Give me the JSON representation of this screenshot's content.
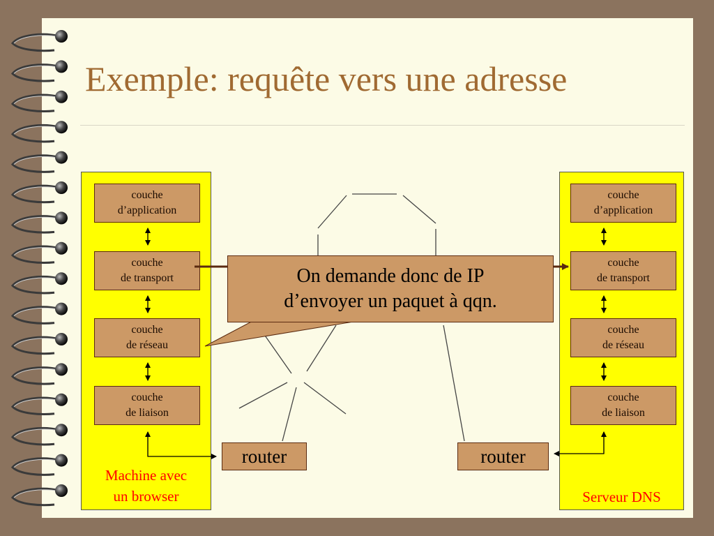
{
  "slide": {
    "title": "Exemple: requête vers une adresse"
  },
  "diagram": {
    "left_stack": {
      "caption_line1": "Machine avec",
      "caption_line2": "un browser",
      "layers": [
        {
          "line1": "couche",
          "line2": "d’application"
        },
        {
          "line1": "couche",
          "line2": "de transport"
        },
        {
          "line1": "couche",
          "line2": "de réseau"
        },
        {
          "line1": "couche",
          "line2": "de liaison"
        }
      ]
    },
    "right_stack": {
      "caption": "Serveur DNS",
      "layers": [
        {
          "line1": "couche",
          "line2": "d’application"
        },
        {
          "line1": "couche",
          "line2": "de transport"
        },
        {
          "line1": "couche",
          "line2": "de réseau"
        },
        {
          "line1": "couche",
          "line2": "de liaison"
        }
      ]
    },
    "router_left": "router",
    "router_right": "router",
    "callout": {
      "line1": "On demande donc de IP",
      "line2": "d’envoyer un paquet à qqn."
    }
  },
  "colors": {
    "background": "#8b735e",
    "page": "#fcfbe6",
    "title": "#a06a32",
    "panel": "#ffff00",
    "box": "#cc9966",
    "caption": "#ff0000"
  }
}
